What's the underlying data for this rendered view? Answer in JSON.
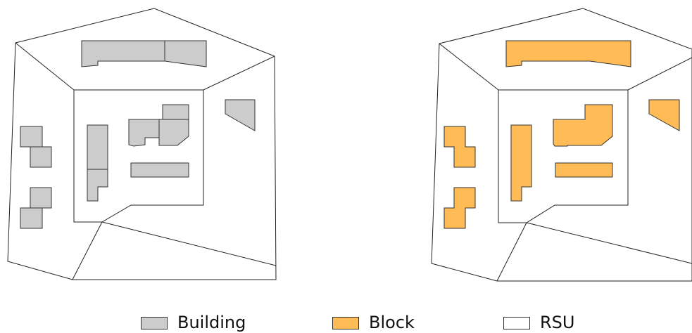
{
  "figure": {
    "panels": [
      {
        "name": "building-panel",
        "fill": "#cccccc"
      },
      {
        "name": "block-panel",
        "fill": "#ffbb55"
      }
    ]
  },
  "legend": {
    "building": {
      "label": "Building",
      "color": "#cccccc"
    },
    "block": {
      "label": "Block",
      "color": "#ffbb55"
    },
    "rsu": {
      "label": "RSU",
      "color": "#ffffff"
    }
  }
}
